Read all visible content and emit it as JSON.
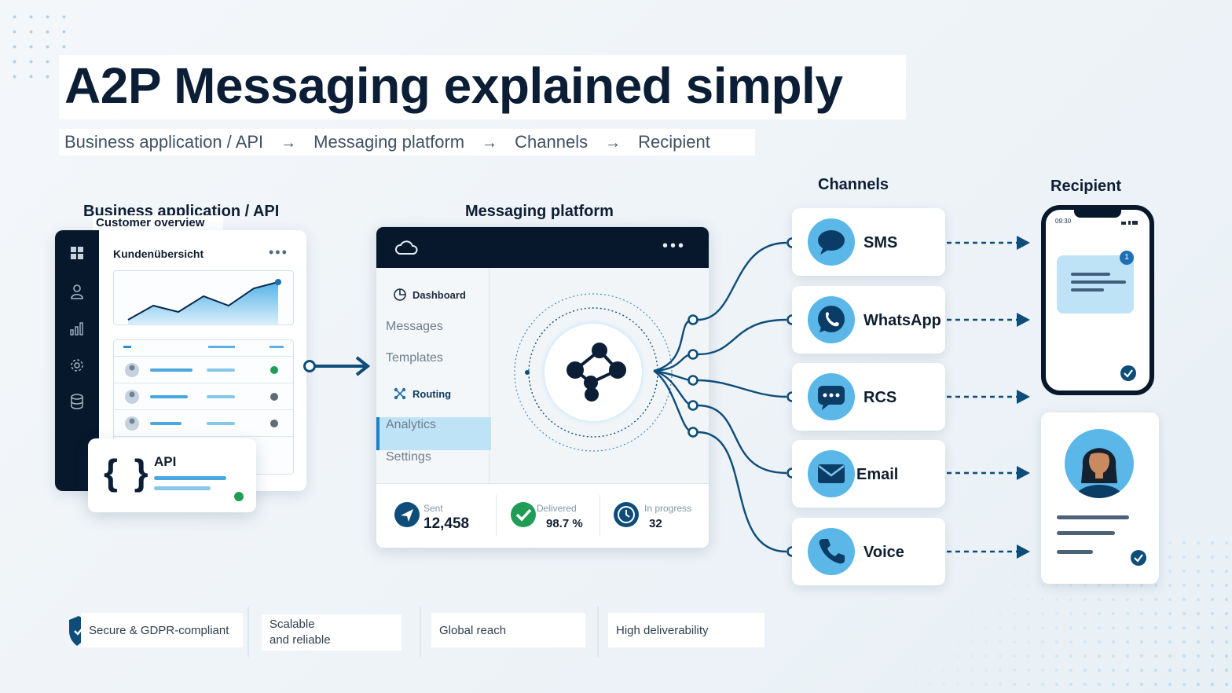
{
  "header": {
    "title": "A2P Messaging explained simply",
    "flow": [
      "Business application / API",
      "Messaging platform",
      "Channels",
      "Recipient"
    ],
    "arrow": "→"
  },
  "business_app": {
    "heading": "Business application / API",
    "subheading": "Customer overview",
    "panel_title": "Kundenübersicht",
    "more": "•••",
    "api_label": "API",
    "api_braces": "{ }",
    "sidebar_icons": [
      "grid-icon",
      "user-icon",
      "bar-chart-icon",
      "gear-icon",
      "database-icon"
    ]
  },
  "platform": {
    "heading": "Messaging platform",
    "more": "•••",
    "nav": [
      "Dashboard",
      "Messages",
      "Templates",
      "Routing",
      "Analytics",
      "Settings"
    ],
    "active_nav": "Routing",
    "stats": [
      {
        "label": "Sent",
        "value": "12,458"
      },
      {
        "label": "Delivered",
        "value": "98.7 %"
      },
      {
        "label": "In progress",
        "value": "32"
      }
    ]
  },
  "channels": {
    "heading": "Channels",
    "items": [
      "SMS",
      "WhatsApp",
      "RCS",
      "Email",
      "Voice"
    ]
  },
  "recipient": {
    "heading": "Recipient",
    "phone_time": "09:30",
    "badge": "1"
  },
  "features": [
    {
      "line1": "Secure & GDPR-compliant",
      "line2": ""
    },
    {
      "line1": "Scalable",
      "line2": "and reliable"
    },
    {
      "line1": "Global reach",
      "line2": ""
    },
    {
      "line1": "High deliverability",
      "line2": ""
    }
  ],
  "colors": {
    "navy": "#07182c",
    "accent": "#1e7fc4",
    "light_blue": "#5ab7e8",
    "green": "#1f9d55"
  }
}
